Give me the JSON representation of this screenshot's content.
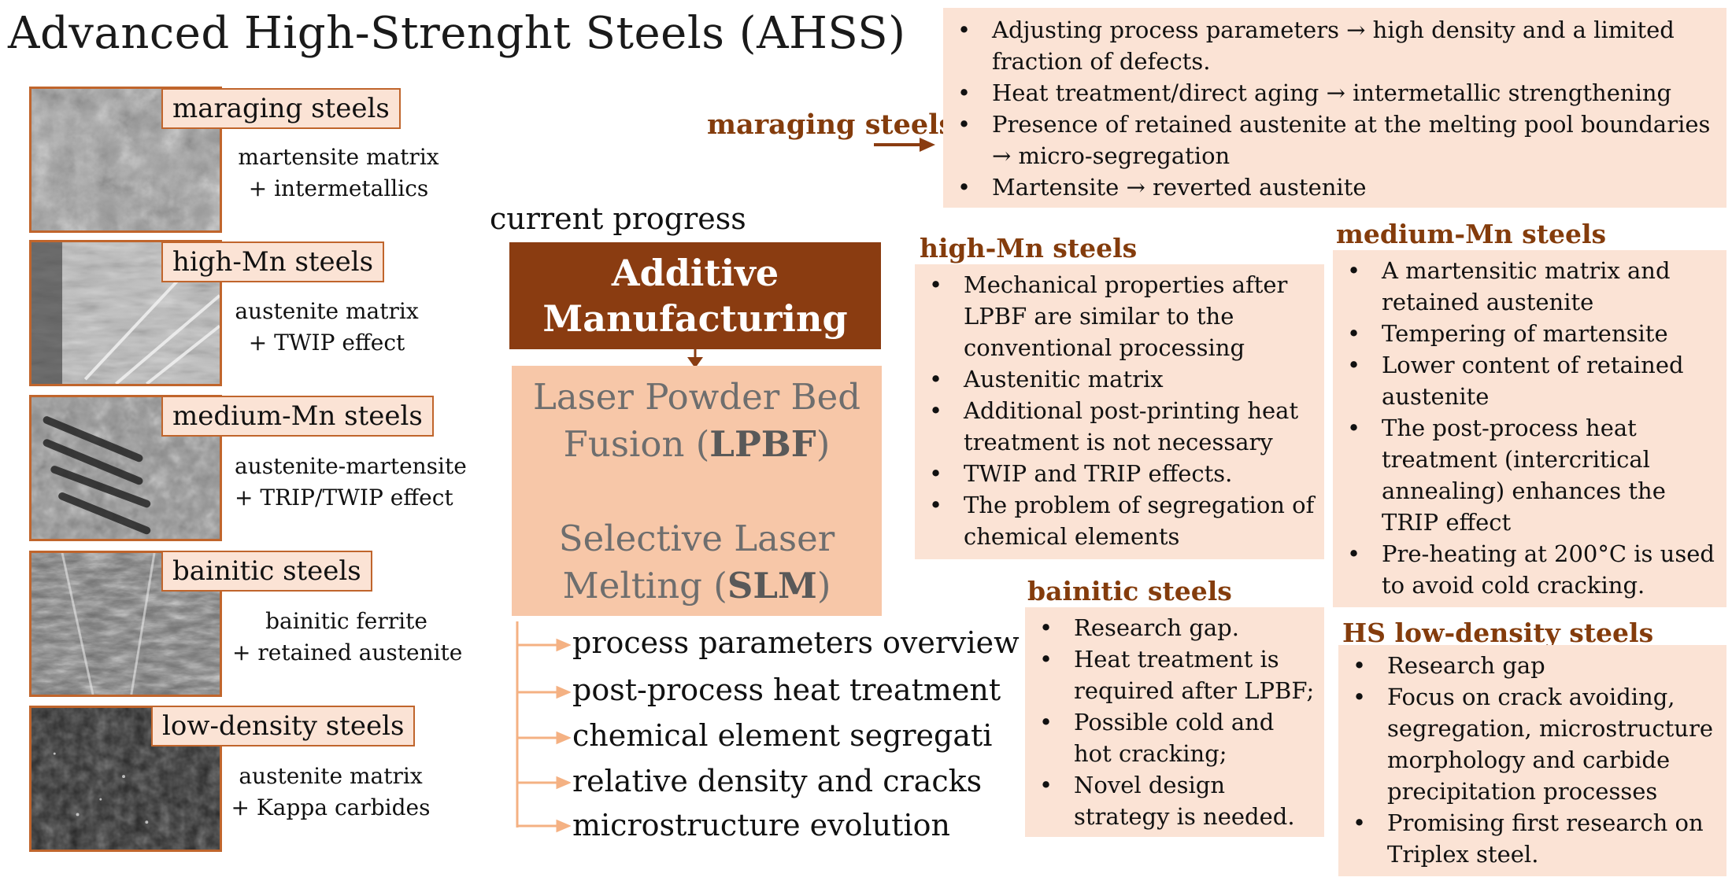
{
  "title": "Advanced High-Strenght Steels (AHSS)",
  "steels": [
    {
      "name": "maraging steels",
      "desc": [
        "martensite matrix",
        "+ intermetallics"
      ]
    },
    {
      "name": "high-Mn steels",
      "desc": [
        "austenite matrix",
        "+ TWIP effect"
      ]
    },
    {
      "name": "medium-Mn steels",
      "desc": [
        "austenite-martensite",
        "+ TRIP/TWIP effect"
      ]
    },
    {
      "name": "bainitic steels",
      "desc": [
        "bainitic ferrite",
        "+ retained austenite"
      ]
    },
    {
      "name": "low-density steels",
      "desc": [
        "austenite matrix",
        "+ Kappa carbides"
      ]
    }
  ],
  "center": {
    "current_progress": "current progress",
    "am_line1": "Additive",
    "am_line2": "Manufacturing",
    "lpbf_line1": "Laser Powder Bed",
    "lpbf_line2a": "Fusion (",
    "lpbf_abbr": "LPBF",
    "lpbf_line2b": ")",
    "slm_line1": "Selective Laser",
    "slm_line2a": "Melting (",
    "slm_abbr": "SLM",
    "slm_line2b": ")",
    "items": [
      "process parameters overview",
      "post-process heat treatment",
      "chemical element segregation",
      "relative density and cracks",
      "microstructure evolution"
    ]
  },
  "panels": {
    "maraging": {
      "heading": "maraging steels",
      "bullets": [
        "Adjusting process parameters → high density and a limited fraction of defects.",
        "Heat treatment/direct aging → intermetallic strengthening",
        "Presence of retained austenite at the melting pool boundaries → micro-segregation",
        "Martensite → reverted austenite"
      ]
    },
    "high_mn": {
      "heading": "high-Mn steels",
      "bullets": [
        "Mechanical properties after LPBF are similar to the conventional processing",
        "Austenitic matrix",
        "Additional post-printing heat treatment is not necessary",
        "TWIP and TRIP effects.",
        "The problem of segregation of chemical elements"
      ]
    },
    "medium_mn": {
      "heading": "medium-Mn steels",
      "bullets": [
        "A martensitic matrix and retained austenite",
        "Tempering of martensite",
        "Lower content of retained austenite",
        "The post-process heat treatment (intercritical annealing) enhances the TRIP effect",
        "Pre-heating at 200°C is used to avoid cold cracking."
      ]
    },
    "bainitic": {
      "heading": "bainitic steels",
      "bullets": [
        "Research gap.",
        "Heat treatment is required after LPBF;",
        "Possible cold and hot cracking;",
        "Novel design strategy is needed."
      ]
    },
    "hs_low_density": {
      "heading": "HS low-density steels",
      "bullets": [
        "Research gap",
        "Focus on crack avoiding, segregation, microstructure morphology and carbide precipitation processes",
        "Promising first research on Triplex steel."
      ]
    }
  },
  "colors": {
    "accent_dark": "#8a3c11",
    "heading_brown": "#843c0c",
    "panel_fill": "#fbe3d5",
    "lpbf_fill": "#f7c7a8",
    "border_orange": "#c0652c",
    "arrow_light": "#f4b183"
  }
}
